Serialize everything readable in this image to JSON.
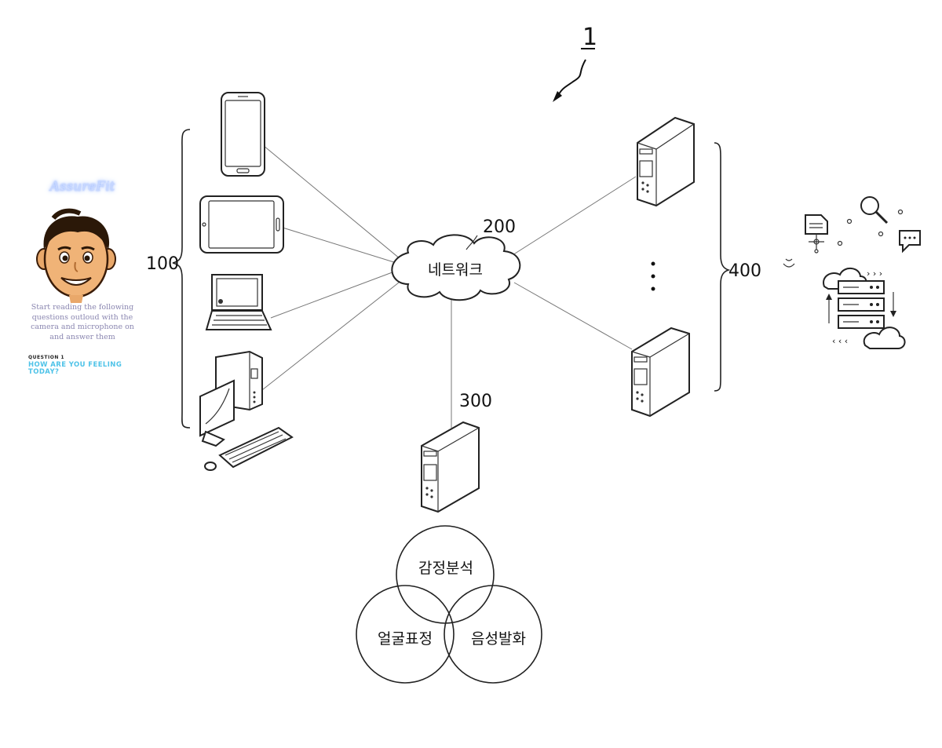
{
  "figure_number": "1",
  "labels": {
    "clients": "100",
    "network_ref": "200",
    "analysis_server": "300",
    "servers": "400"
  },
  "network_text": "네트워크",
  "venn": {
    "top": "감정분석",
    "left": "얼굴표정",
    "right": "음성발화"
  },
  "app_screen": {
    "logo": "AssureFit",
    "instruction": "Start reading the following questions outloud with the camera and microphone on and answer them",
    "question_label": "QUESTION 1",
    "question_text": "HOW ARE YOU FEELING TODAY?"
  },
  "colors": {
    "line": "#777777",
    "ink": "#222222",
    "question_accent": "#4fc3e8",
    "logo_glow": "#7aa2ff"
  }
}
